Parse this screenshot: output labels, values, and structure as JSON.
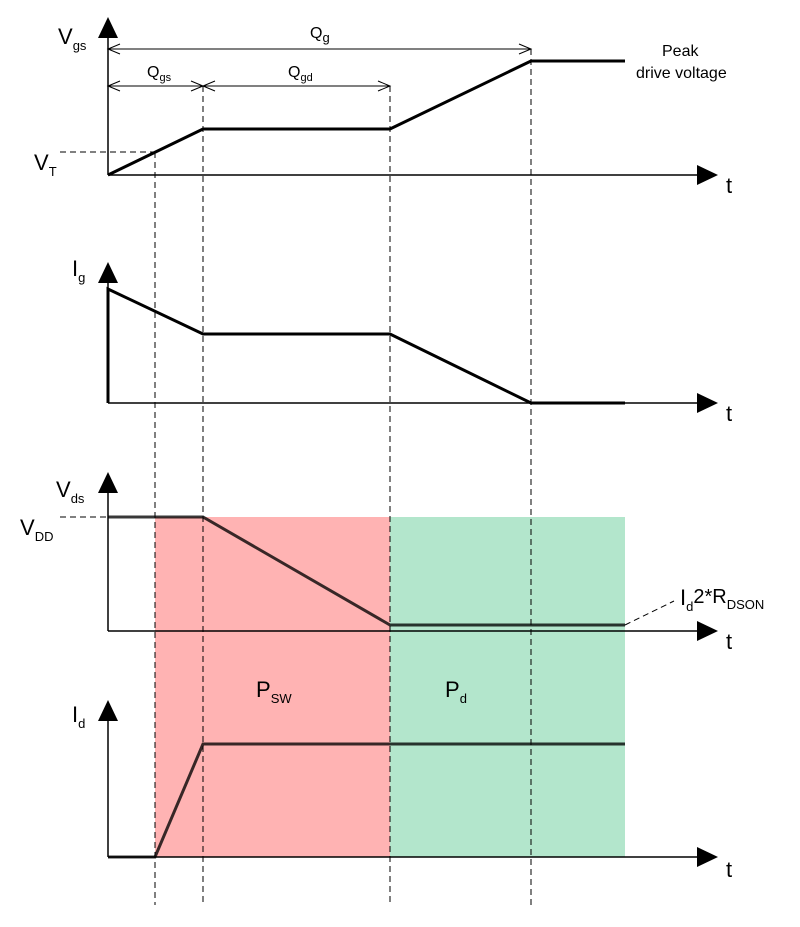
{
  "title": "MOSFET gate charge switching waveforms",
  "axes": {
    "vgs": {
      "main": "V",
      "sub": "gs"
    },
    "ig": {
      "main": "I",
      "sub": "g"
    },
    "vds": {
      "main": "V",
      "sub": "ds"
    },
    "id": {
      "main": "I",
      "sub": "d"
    },
    "time": "t"
  },
  "levels": {
    "vt": {
      "main": "V",
      "sub": "T"
    },
    "vdd": {
      "main": "V",
      "sub": "DD"
    }
  },
  "charges": {
    "qg": {
      "main": "Q",
      "sub": "g"
    },
    "qgs": {
      "main": "Q",
      "sub": "gs"
    },
    "qgd": {
      "main": "Q",
      "sub": "gd"
    }
  },
  "annotations": {
    "peak_line1": "Peak",
    "peak_line2": "drive voltage",
    "rdson": {
      "i": "I",
      "i_sub": "d",
      "mid": "2*R",
      "r_sub": "DSON"
    }
  },
  "regions": {
    "psw": {
      "main": "P",
      "sub": "SW",
      "color": "#FFB3B3"
    },
    "pd": {
      "main": "P",
      "sub": "d",
      "color": "#B3E6CC"
    }
  }
}
